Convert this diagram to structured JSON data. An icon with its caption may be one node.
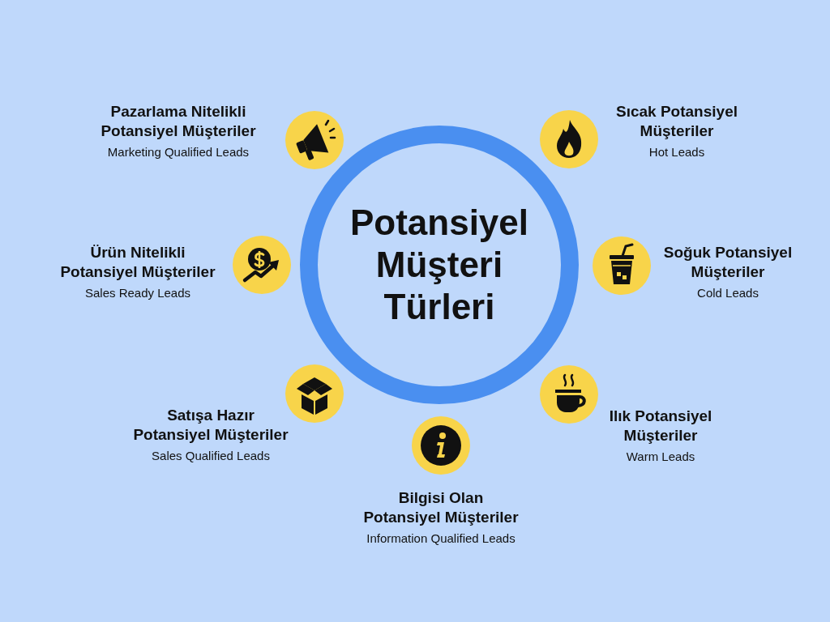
{
  "diagram": {
    "nodes": [
      {
        "text": [
          "Potansiyel Müşteri Türleri"
        ]
      },
      {
        "text": [
          "Pazarlama Nitelikli Potansiyel Müşteriler",
          "Marketing Qualified Leads"
        ]
      },
      {
        "text": [
          "Sıcak Potansiyel Müşteriler",
          "Hot Leads"
        ]
      },
      {
        "text": [
          "Ürün Nitelikli Potansiyel Müşteriler",
          "Sales Ready Leads"
        ]
      },
      {
        "text": [
          "Soğuk Potansiyel Müşteriler",
          "Cold Leads"
        ]
      },
      {
        "text": [
          "Satışa Hazır Potansiyel Müşteriler",
          "Sales Qualified Leads"
        ]
      },
      {
        "text": [
          "Ilık Potansiyel Müşteriler",
          "Warm Leads"
        ]
      },
      {
        "text": [
          "Bilgisi Olan Potansiyel Müşteriler",
          "Information Qualified Leads"
        ]
      }
    ]
  }
}
